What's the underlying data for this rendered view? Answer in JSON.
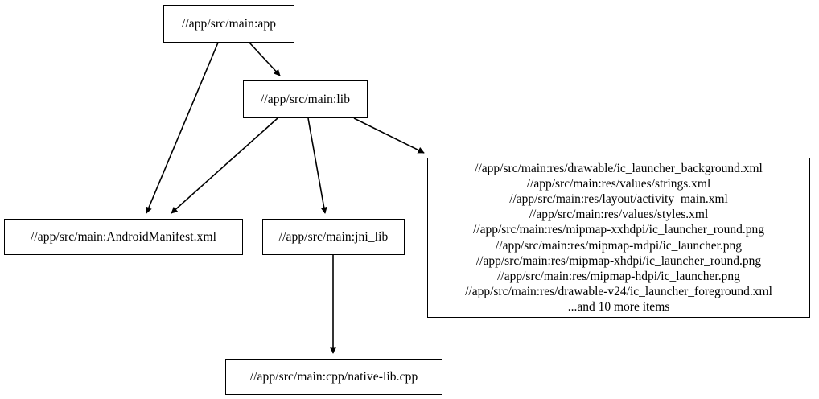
{
  "graph": {
    "type": "directed-dependency-graph",
    "background_color": "#ffffff",
    "node_border_color": "#000000",
    "edge_color": "#000000",
    "nodes": [
      {
        "id": "app",
        "label": "//app/src/main:app"
      },
      {
        "id": "lib",
        "label": "//app/src/main:lib"
      },
      {
        "id": "manifest",
        "label": "//app/src/main:AndroidManifest.xml"
      },
      {
        "id": "jni_lib",
        "label": "//app/src/main:jni_lib"
      },
      {
        "id": "res",
        "lines": [
          "//app/src/main:res/drawable/ic_launcher_background.xml",
          "//app/src/main:res/values/strings.xml",
          "//app/src/main:res/layout/activity_main.xml",
          "//app/src/main:res/values/styles.xml",
          "//app/src/main:res/mipmap-xxhdpi/ic_launcher_round.png",
          "//app/src/main:res/mipmap-mdpi/ic_launcher.png",
          "//app/src/main:res/mipmap-xhdpi/ic_launcher_round.png",
          "//app/src/main:res/mipmap-hdpi/ic_launcher.png",
          "//app/src/main:res/drawable-v24/ic_launcher_foreground.xml",
          "...and 10 more items"
        ]
      },
      {
        "id": "native_lib",
        "label": "//app/src/main:cpp/native-lib.cpp"
      }
    ],
    "edges": [
      {
        "from": "app",
        "to": "lib"
      },
      {
        "from": "app",
        "to": "manifest"
      },
      {
        "from": "lib",
        "to": "manifest"
      },
      {
        "from": "lib",
        "to": "jni_lib"
      },
      {
        "from": "lib",
        "to": "res"
      },
      {
        "from": "jni_lib",
        "to": "native_lib"
      }
    ]
  }
}
